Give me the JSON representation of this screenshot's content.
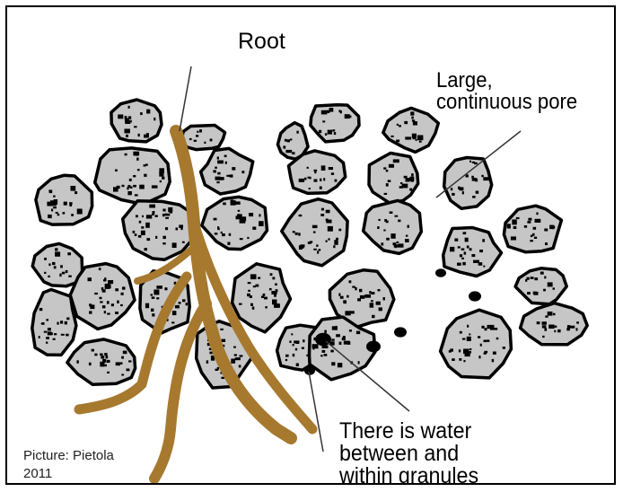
{
  "labels": {
    "root": "Root",
    "pore": "Large,\ncontinuous pore",
    "water": "There is water\nbetween and\nwithin granules",
    "credit": "Picture: Pietola\n2011"
  },
  "colors": {
    "granule_fill": "#c6c6c6",
    "granule_outline": "#000000",
    "root": "#a6792f",
    "background": "#ffffff"
  }
}
